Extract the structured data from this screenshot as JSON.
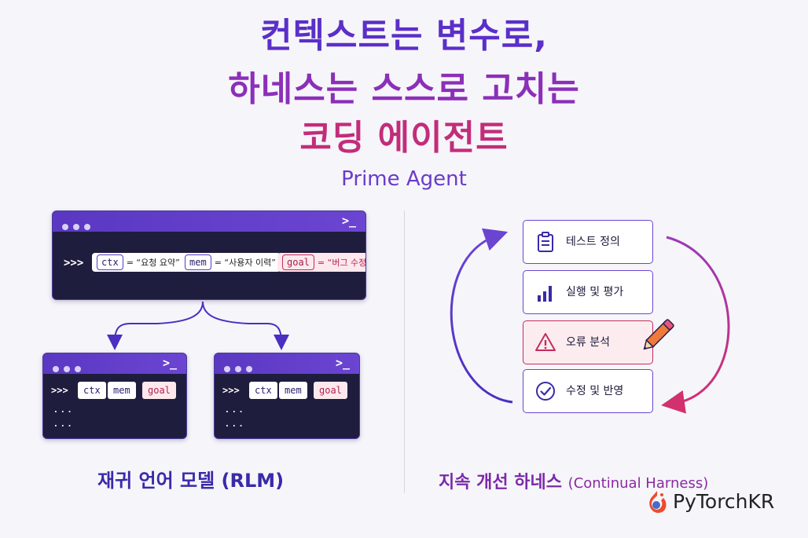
{
  "title": {
    "line1": "컨텍스트는 변수로,",
    "line2": "하네스는 스스로 고치는",
    "line3": "코딩 에이전트"
  },
  "subtitle": "Prime Agent",
  "left": {
    "main_terminal": {
      "prompt_symbol": ">>>",
      "prompt_icon": ">_",
      "vars": [
        {
          "key": "ctx",
          "value": "= “요청 요약”"
        },
        {
          "key": "mem",
          "value": "= “사용자 이력”"
        },
        {
          "key": "goal",
          "value": "= “버그 수정”"
        }
      ]
    },
    "sub_terminals": [
      {
        "prompt_symbol": ">>>",
        "prompt_icon": ">_",
        "chips": [
          "ctx",
          "mem",
          "goal"
        ],
        "ellipsis": [
          "...",
          "..."
        ]
      },
      {
        "prompt_symbol": ">>>",
        "prompt_icon": ">_",
        "chips": [
          "ctx",
          "mem",
          "goal"
        ],
        "ellipsis": [
          "...",
          "..."
        ]
      }
    ],
    "caption": "재귀 언어 모델 (RLM)"
  },
  "right": {
    "steps": [
      {
        "label": "테스트 정의",
        "icon": "clipboard-icon"
      },
      {
        "label": "실행 및 평가",
        "icon": "bar-chart-icon"
      },
      {
        "label": "오류 분석",
        "icon": "warning-icon"
      },
      {
        "label": "수정 및 반영",
        "icon": "check-circle-icon"
      }
    ],
    "caption": "지속 개선 하네스",
    "caption_en": "(Continual Harness)"
  },
  "brand": {
    "name": "PyTorchKR",
    "icon": "pytorch-flame-icon"
  },
  "colors": {
    "primary": "#5b2fc9",
    "magenta": "#c22d7a",
    "terminal_bg": "#1f1d3d",
    "terminal_bar": "#5a38c2",
    "warn": "#c22d5a",
    "pencil": "#f07a3a"
  }
}
